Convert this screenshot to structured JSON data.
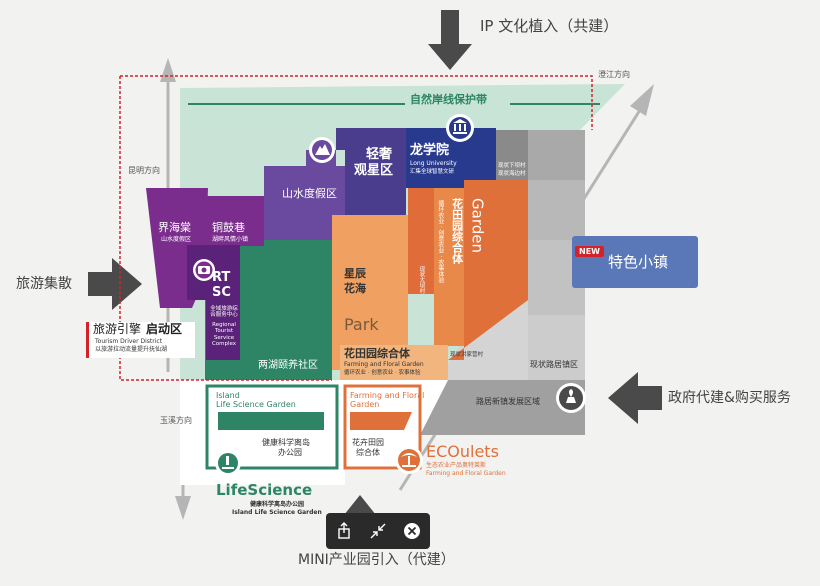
{
  "arrows": {
    "top": "IP 文化植入（共建）",
    "left": "旅游集散",
    "right": "政府代建&购买服务",
    "bottom": "MINI产业园引入（代建）"
  },
  "directions": {
    "kunming": "昆明方向",
    "chengjiang": "澄江方向",
    "yuxi": "玉溪方向"
  },
  "zones": {
    "coast": "自然岸线保护带",
    "stargaze_1": "轻奢",
    "stargaze_2": "观星区",
    "longxue": "龙学院",
    "longxue_en": "Long University",
    "longxue_sub": "汇集全球智慧文研",
    "shanshui": "山水度假区",
    "jiehaitang": "界海棠",
    "jiehaitang_sub": "山水度假区",
    "tonggu": "铜鼓巷",
    "tonggu_sub": "湖畔风情小镇",
    "rtsc_1": "RT",
    "rtsc_2": "SC",
    "rtsc_sub": "全域旅游综合服务中心",
    "rtsc_en": "Regional Tourist Service Complex",
    "twin_lake": "两湖颐养社区",
    "park_cn_1": "星辰",
    "park_cn_2": "花海",
    "park_en": "Park",
    "garden_cn": "花田园综合体",
    "garden_en": "Garden",
    "garden_note": "循环农业 · 创意农业 · 农事体验",
    "complex_cn": "花田园综合体",
    "complex_en": "Farming and Floral Garden",
    "complex_sub": "循环农业 · 创意农业 · 农事体验",
    "existing_village_1": "现状下坝村",
    "existing_village_2": "现状海边村",
    "existing_village_3": "现状大坝村",
    "existing_village_4": "现状洪家营村",
    "existing_residential": "现状路居镇区",
    "new_town": "路居新镇发展区域",
    "special_town": "特色小镇",
    "new_badge": "NEW",
    "island_en_1": "Island",
    "island_en_2": "Life Science Garden",
    "island_cn_1": "健康科学离岛",
    "island_cn_2": "办公园",
    "farm_en_1": "Farming and Floral",
    "farm_en_2": "Garden",
    "farm_cn_1": "花卉田园",
    "farm_cn_2": "综合体",
    "lifescience": "LifeScience",
    "lifescience_cn": "健康科学离岛办公园",
    "lifescience_en": "Island Life Science Garden",
    "ecoulets": "ECOulets",
    "ecoulets_cn": "生态农业产品奥特莱斯",
    "ecoulets_en": "Farming and Floral Garden"
  },
  "driver": {
    "title_a": "旅游引擎",
    "title_b": "启动区",
    "en": "Tourism Driver District",
    "sub": "以旅游拉动流量提升抚仙湖"
  },
  "colors": {
    "purple_dark": "#7b2d8e",
    "purple_mid": "#6a4a9e",
    "navy": "#283a8e",
    "teal_dark": "#2e8566",
    "teal_light": "#c8e4d6",
    "orange_light": "#f0a060",
    "orange_dark": "#e0703a",
    "grey": "#9a9a9a",
    "blue_special": "#5a78b8",
    "red_dash": "#d2232a"
  },
  "icons": [
    "mountain-icon",
    "temple-icon",
    "camera-icon",
    "microscope-icon",
    "palm-island-icon",
    "hand-plant-icon"
  ],
  "toolbar": [
    "share-icon",
    "collapse-icon",
    "close-icon"
  ]
}
